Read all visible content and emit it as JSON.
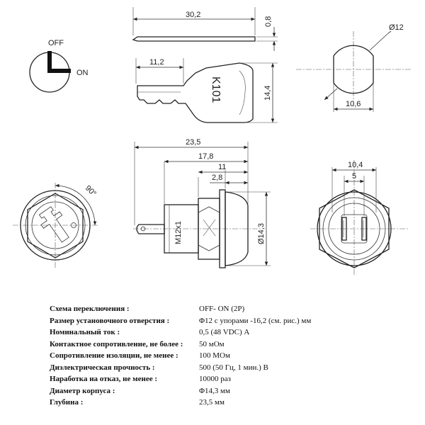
{
  "drawing": {
    "switch_states": {
      "off": "OFF",
      "on": "ON"
    },
    "key_marking": "K101",
    "rotation_angle": "90°",
    "thread_label": "M12x1",
    "dimensions": {
      "key_length": "30,2",
      "key_thickness": "0,8",
      "key_blade": "11,2",
      "key_height": "14,4",
      "cutout_diameter": "Ø12",
      "cutout_flat": "10,6",
      "body_length": "23,5",
      "body_17": "17,8",
      "body_11": "11",
      "body_28": "2,8",
      "body_diameter": "Ø14,3",
      "rear_width": "10,4",
      "rear_pin": "5"
    }
  },
  "specs": [
    {
      "label": "Схема переключения :",
      "value": "OFF- ON (2P)"
    },
    {
      "label": "Размер установочного отверстия :",
      "value": "Φ12 с упорами -16,2 (см. рис.) мм"
    },
    {
      "label": "Номинальный ток :",
      "value": "0,5 (48 VDC) А"
    },
    {
      "label": "Контактное сопротивление, не более :",
      "value": "50 мОм"
    },
    {
      "label": "Сопротивление изоляции, не менее :",
      "value": "100 МОм"
    },
    {
      "label": "Диэлектрическая прочность :",
      "value": "500 (50 Гц, 1 мин.) В"
    },
    {
      "label": "Наработка на отказ, не менее :",
      "value": "10000 раз"
    },
    {
      "label": "Диаметр корпуса :",
      "value": "Φ14,3 мм"
    },
    {
      "label": "Глубина :",
      "value": "23,5 мм"
    }
  ]
}
